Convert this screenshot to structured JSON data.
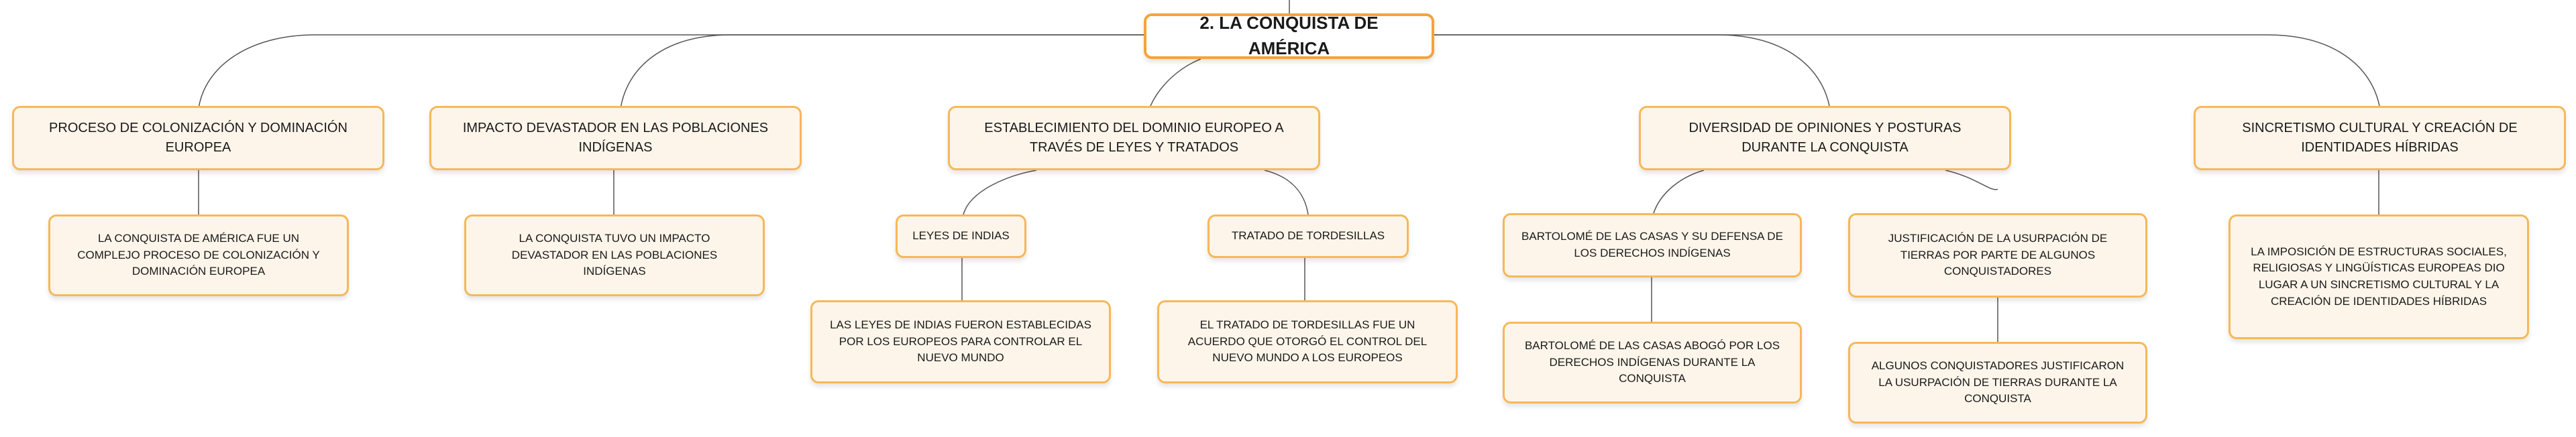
{
  "diagram": {
    "root": "2. LA CONQUISTA DE AMÉRICA",
    "branches": [
      {
        "title": "PROCESO DE COLONIZACIÓN Y DOMINACIÓN EUROPEA",
        "detail": "LA CONQUISTA DE AMÉRICA FUE UN COMPLEJO PROCESO DE COLONIZACIÓN Y DOMINACIÓN EUROPEA"
      },
      {
        "title": "IMPACTO DEVASTADOR EN LAS POBLACIONES INDÍGENAS",
        "detail": "LA CONQUISTA TUVO UN IMPACTO DEVASTADOR EN LAS POBLACIONES INDÍGENAS"
      },
      {
        "title": "ESTABLECIMIENTO DEL DOMINIO EUROPEO A TRAVÉS DE LEYES Y TRATADOS",
        "children": [
          {
            "title": "LEYES DE INDIAS",
            "detail": "LAS LEYES DE INDIAS FUERON ESTABLECIDAS POR LOS EUROPEOS PARA CONTROLAR EL NUEVO MUNDO"
          },
          {
            "title": "TRATADO DE TORDESILLAS",
            "detail": "EL TRATADO DE TORDESILLAS FUE UN ACUERDO QUE OTORGÓ EL CONTROL DEL NUEVO MUNDO A LOS EUROPEOS"
          }
        ]
      },
      {
        "title": "DIVERSIDAD DE OPINIONES Y POSTURAS DURANTE LA CONQUISTA",
        "children": [
          {
            "title": "BARTOLOMÉ DE LAS CASAS Y SU DEFENSA DE LOS DERECHOS INDÍGENAS",
            "detail": "BARTOLOMÉ DE LAS CASAS ABOGÓ POR LOS DERECHOS INDÍGENAS DURANTE LA CONQUISTA"
          },
          {
            "title": "JUSTIFICACIÓN DE LA USURPACIÓN DE TIERRAS POR PARTE DE ALGUNOS CONQUISTADORES",
            "detail": "ALGUNOS CONQUISTADORES JUSTIFICARON LA USURPACIÓN DE TIERRAS DURANTE LA CONQUISTA"
          }
        ]
      },
      {
        "title": "SINCRETISMO CULTURAL Y CREACIÓN DE IDENTIDADES HÍBRIDAS",
        "detail": "LA IMPOSICIÓN DE ESTRUCTURAS SOCIALES, RELIGIOSAS Y LINGÜÍSTICAS EUROPEAS DIO LUGAR A UN SINCRETISMO CULTURAL Y LA CREACIÓN DE IDENTIDADES HÍBRIDAS"
      }
    ]
  }
}
